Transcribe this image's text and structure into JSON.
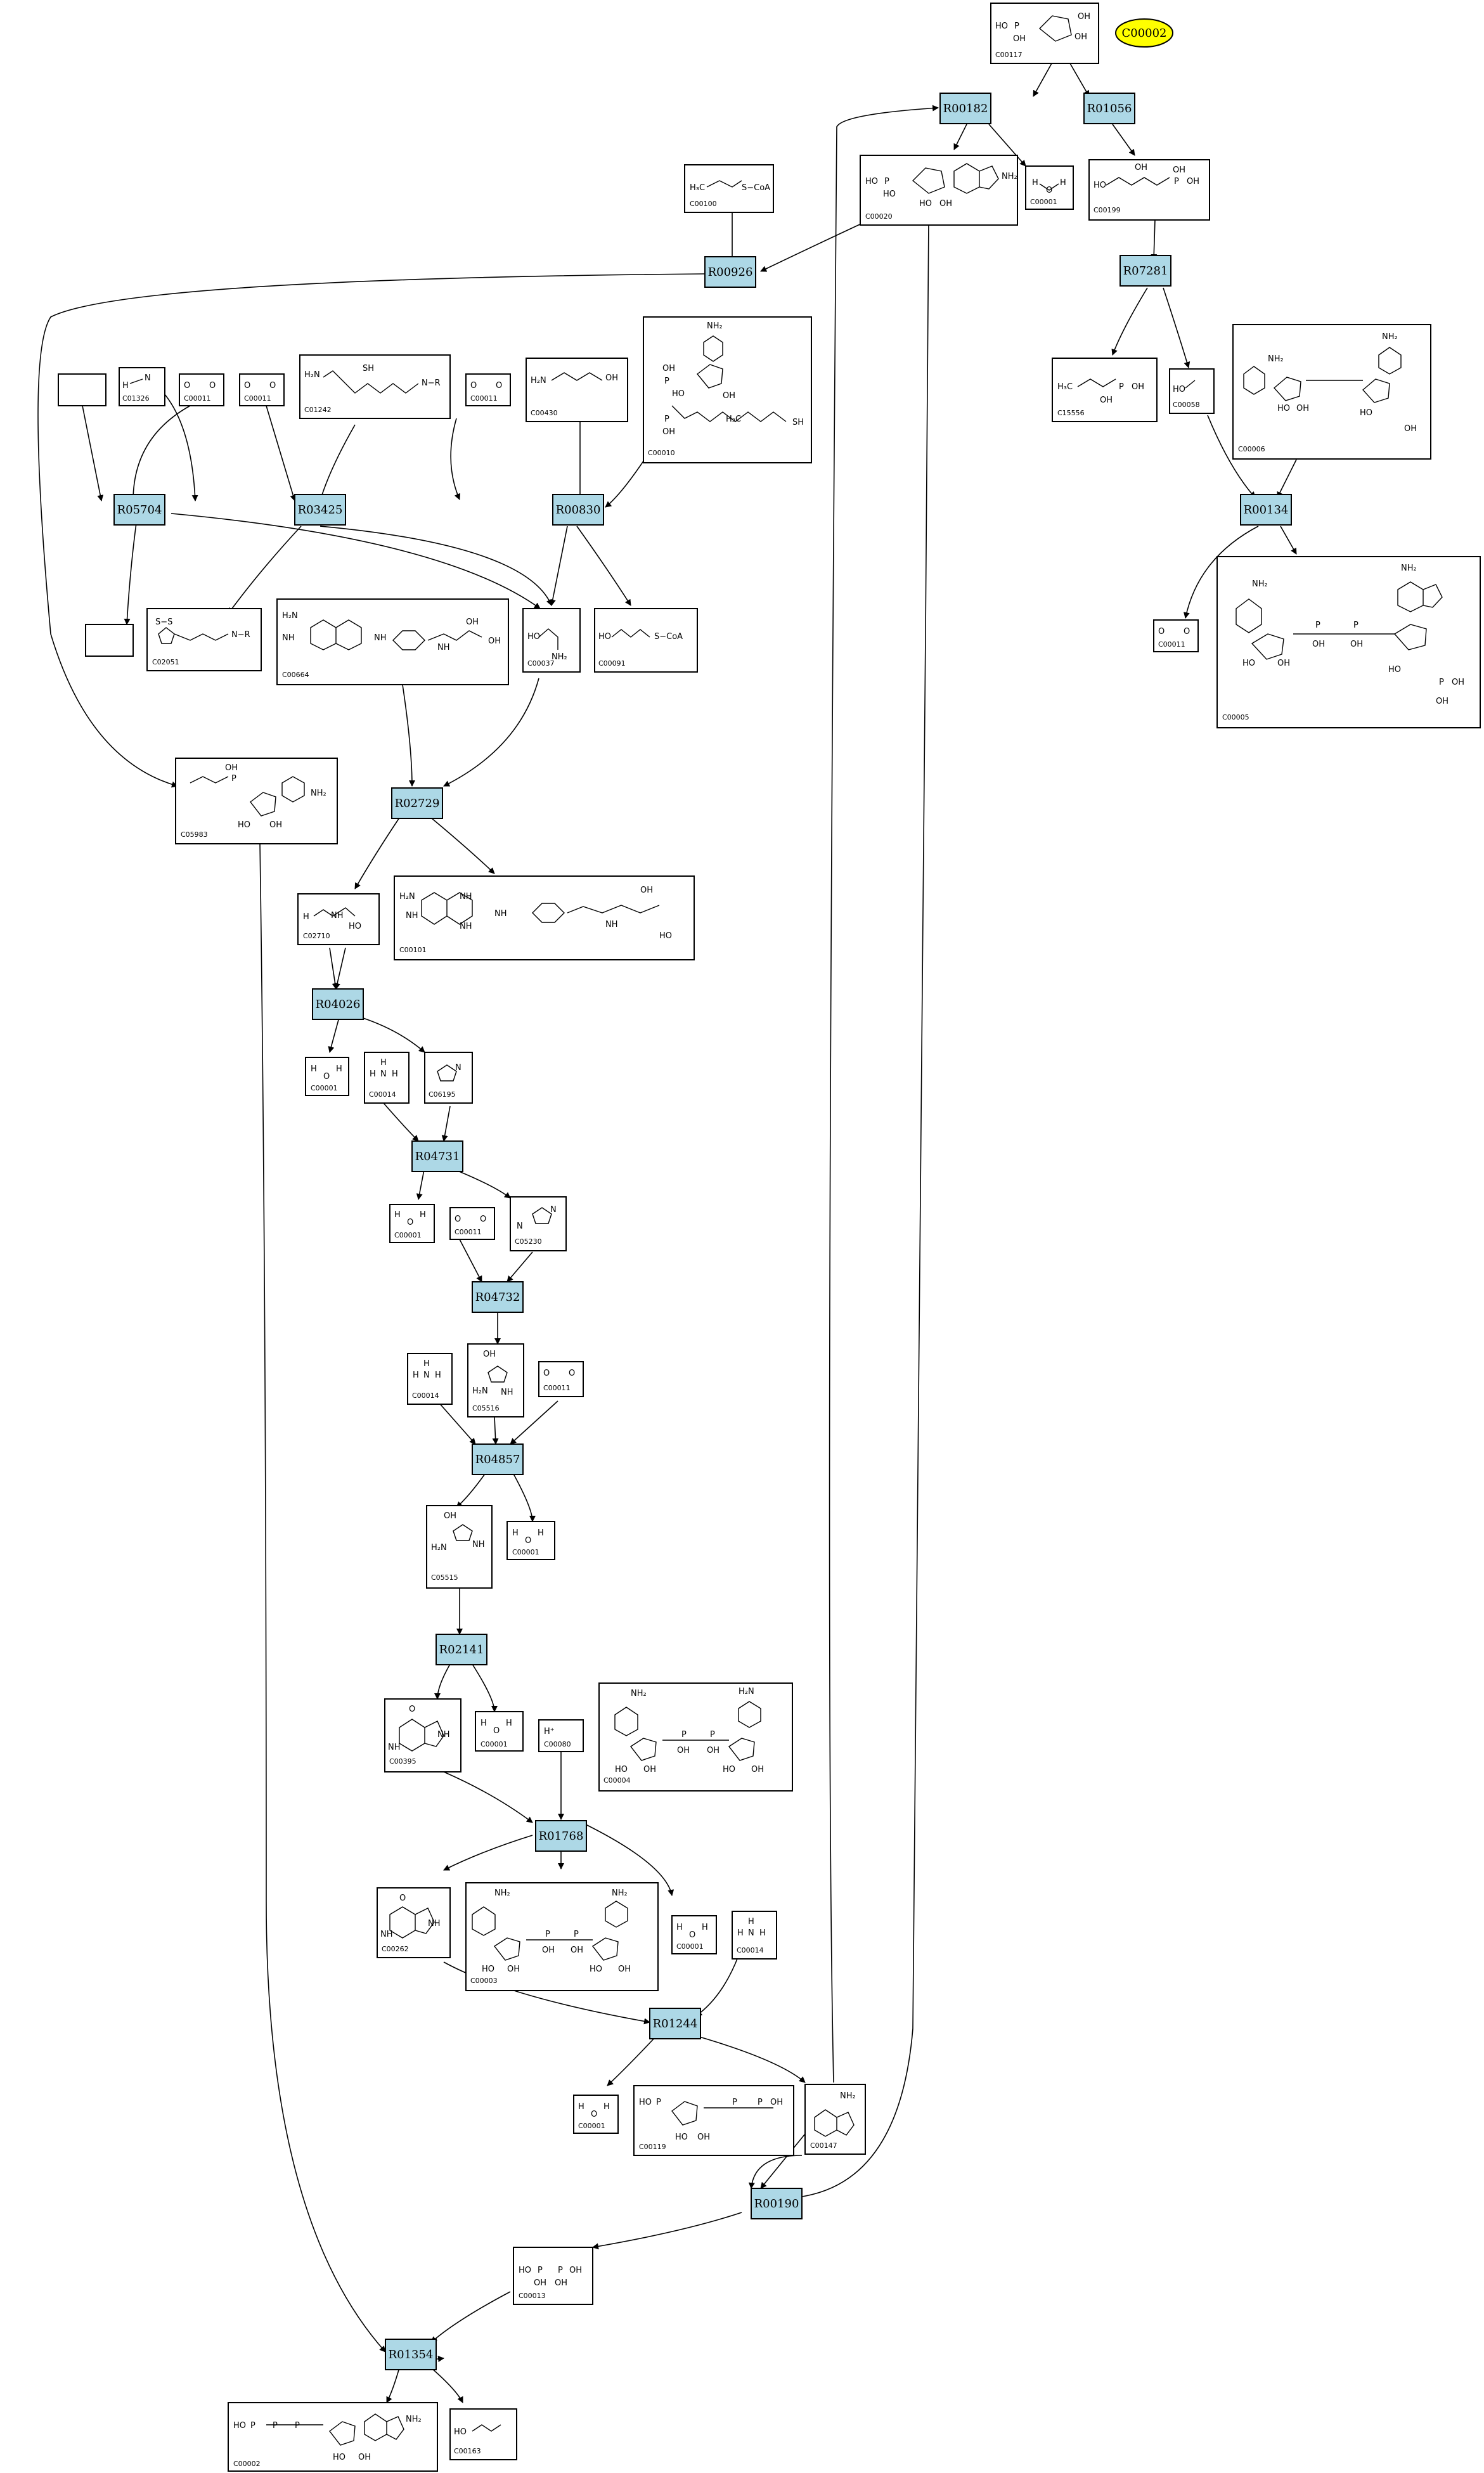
{
  "highlight": {
    "label": "C00002",
    "color": "#ffff00"
  },
  "colors": {
    "reaction_fill": "#add8e6",
    "compound_fill": "#ffffff",
    "edge": "#000000"
  },
  "reactions": [
    "R00182",
    "R01056",
    "R00926",
    "R07281",
    "R05704",
    "R03425",
    "R00830",
    "R00134",
    "R02729",
    "R04026",
    "R04731",
    "R04732",
    "R04857",
    "R02141",
    "R01768",
    "R01244",
    "R00190",
    "R01354"
  ],
  "compounds": [
    "C00117",
    "C00020",
    "C00001",
    "C00199",
    "C00100",
    "C15556",
    "C00058",
    "C00006",
    "C01326",
    "C00011",
    "C01242",
    "C00430",
    "C00010",
    "C02051",
    "C00664",
    "C00037",
    "C00091",
    "C00005",
    "C05983",
    "C02710",
    "C00101",
    "C00014",
    "C06195",
    "C05230",
    "C05516",
    "C05515",
    "C00395",
    "C00080",
    "C00004",
    "C00262",
    "C00003",
    "C00119",
    "C00147",
    "C00013",
    "C00002",
    "C00163"
  ],
  "structure_text": {
    "coa": "S−CoA",
    "h3c": "H₃C",
    "h2n": "H₂N",
    "nh2": "NH₂",
    "oh": "OH",
    "ho": "HO",
    "hplus": "H⁺",
    "sh": "SH",
    "nr": "N−R",
    "ss": "S−S",
    "nh": "NH",
    "n": "N",
    "h": "H",
    "o": "O",
    "p": "P"
  }
}
